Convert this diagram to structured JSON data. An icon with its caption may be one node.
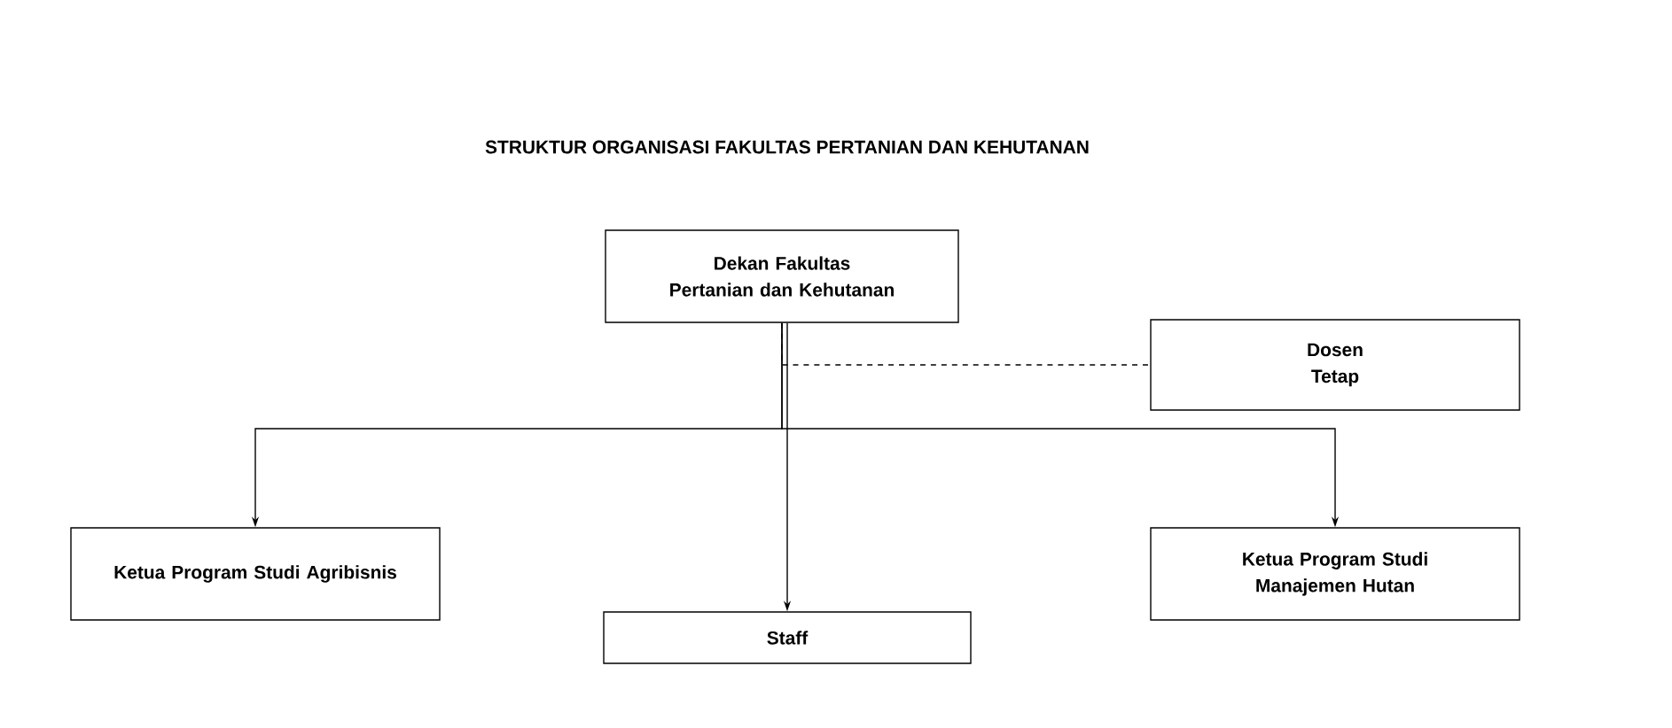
{
  "diagram": {
    "title": "STRUKTUR ORGANISASI FAKULTAS PERTANIAN DAN KEHUTANAN",
    "nodes": [
      {
        "text": [
          "Dekan Fakultas Pertanian dan Kehutanan"
        ]
      },
      {
        "text": [
          "Dosen Tetap"
        ]
      },
      {
        "text": [
          "Ketua Program Studi Agribisnis"
        ]
      },
      {
        "text": [
          "Staff"
        ]
      },
      {
        "text": [
          "Ketua Program Studi Manajemen Hutan"
        ]
      }
    ],
    "edges": [
      {
        "from": 0,
        "to": 1,
        "arrow": "none",
        "style": "dashed"
      },
      {
        "from": 0,
        "to": 2,
        "arrow": "to"
      },
      {
        "from": 0,
        "to": 3,
        "arrow": "to"
      },
      {
        "from": 0,
        "to": 4,
        "arrow": "to"
      }
    ]
  }
}
